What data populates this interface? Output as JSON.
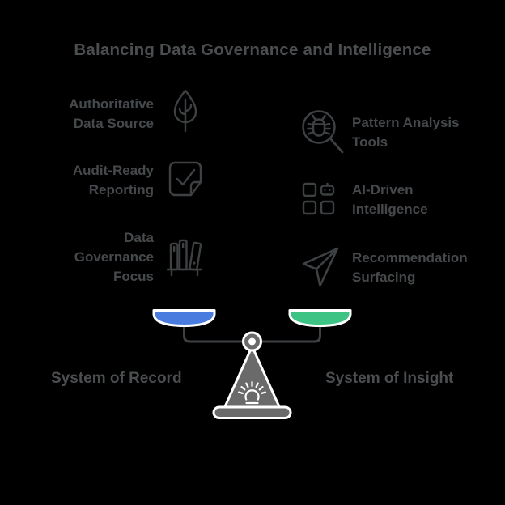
{
  "title": "Balancing Data Governance and Intelligence",
  "left_column": {
    "items": [
      {
        "icon": "leaf-icon",
        "lines": [
          "Authoritative",
          "Data Source"
        ]
      },
      {
        "icon": "checked-note-icon",
        "lines": [
          "Audit-Ready",
          "Reporting"
        ]
      },
      {
        "icon": "books-shelf-icon",
        "lines": [
          "Data",
          "Governance",
          "Focus"
        ]
      }
    ]
  },
  "right_column": {
    "items": [
      {
        "icon": "bug-magnifier-icon",
        "lines": [
          "Pattern Analysis",
          "Tools"
        ]
      },
      {
        "icon": "ai-grid-icon",
        "lines": [
          "AI-Driven",
          "Intelligence"
        ]
      },
      {
        "icon": "paper-plane-icon",
        "lines": [
          "Recommendation",
          "Surfacing"
        ]
      }
    ]
  },
  "scale": {
    "left_label": "System of Record",
    "right_label": "System of Insight",
    "left_pan_color": "#4a7ce0",
    "right_pan_color": "#3dc383",
    "stand_color": "#6a6a6a",
    "outline_color": "#ffffff"
  },
  "colors": {
    "background": "#000000",
    "text": "#46494b",
    "title_text": "#4b4e50",
    "icon_stroke": "#3e4143"
  }
}
